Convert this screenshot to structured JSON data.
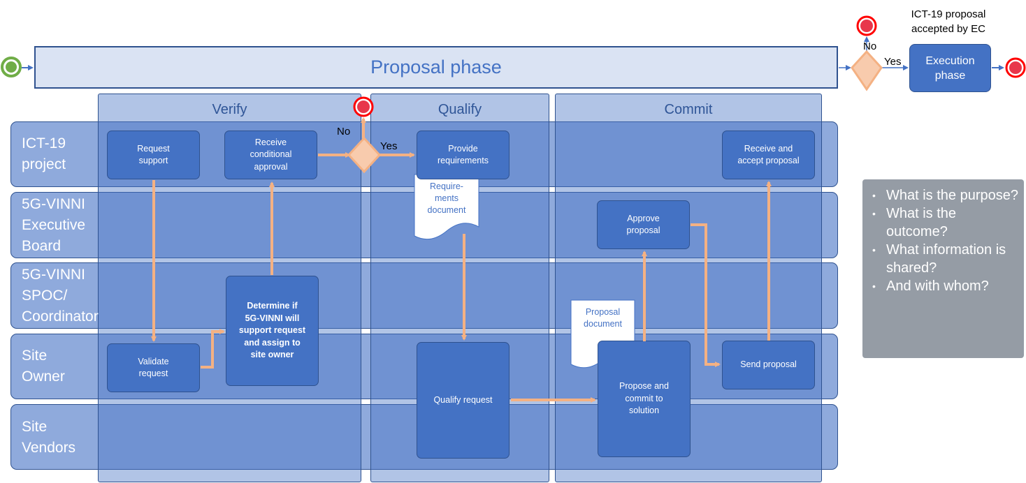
{
  "phase_bar": {
    "title": "Proposal phase"
  },
  "gate": {
    "caption": "ICT-19 proposal\naccepted by EC",
    "no_label": "No",
    "yes_label": "Yes"
  },
  "execution": {
    "label": "Execution\nphase"
  },
  "columns": {
    "verify": "Verify",
    "qualify": "Qualify",
    "commit": "Commit"
  },
  "lanes": {
    "ict19": "ICT-19\nproject",
    "exec_board": "5G-VINNI\nExecutive\nBoard",
    "spoc": "5G-VINNI\n SPOC/\nCoordinator",
    "site_owner": " Site\nOwner",
    "site_vendors": "Site\nVendors"
  },
  "tasks": {
    "request_support": "Request\nsupport",
    "receive_conditional": "Receive\nconditional\napproval",
    "provide_requirements": "Provide\nrequirements",
    "receive_accept": "Receive and\naccept proposal",
    "approve_proposal": "Approve\nproposal",
    "determine": "Determine if\n5G-VINNI will\nsupport request\nand assign to\nsite owner",
    "validate_request": "Validate\nrequest",
    "qualify_request": "Qualify request",
    "propose_commit": "Propose and\ncommit to\nsolution",
    "send_proposal": "Send proposal"
  },
  "decision": {
    "no_label": "No",
    "yes_label": "Yes"
  },
  "documents": {
    "requirements": "Require-\nments\ndocument",
    "proposal": "Proposal\ndocument"
  },
  "info_box": {
    "items": [
      "What is the purpose?",
      "What is the outcome?",
      "What information is shared?",
      "And with whom?"
    ]
  },
  "colors": {
    "lane_fill": "#8faadc",
    "task_fill": "#4472c4",
    "arrow": "#f4b183",
    "start_event": "#70ad47",
    "end_event": "#ff0000",
    "info_box": "#959ca5"
  }
}
